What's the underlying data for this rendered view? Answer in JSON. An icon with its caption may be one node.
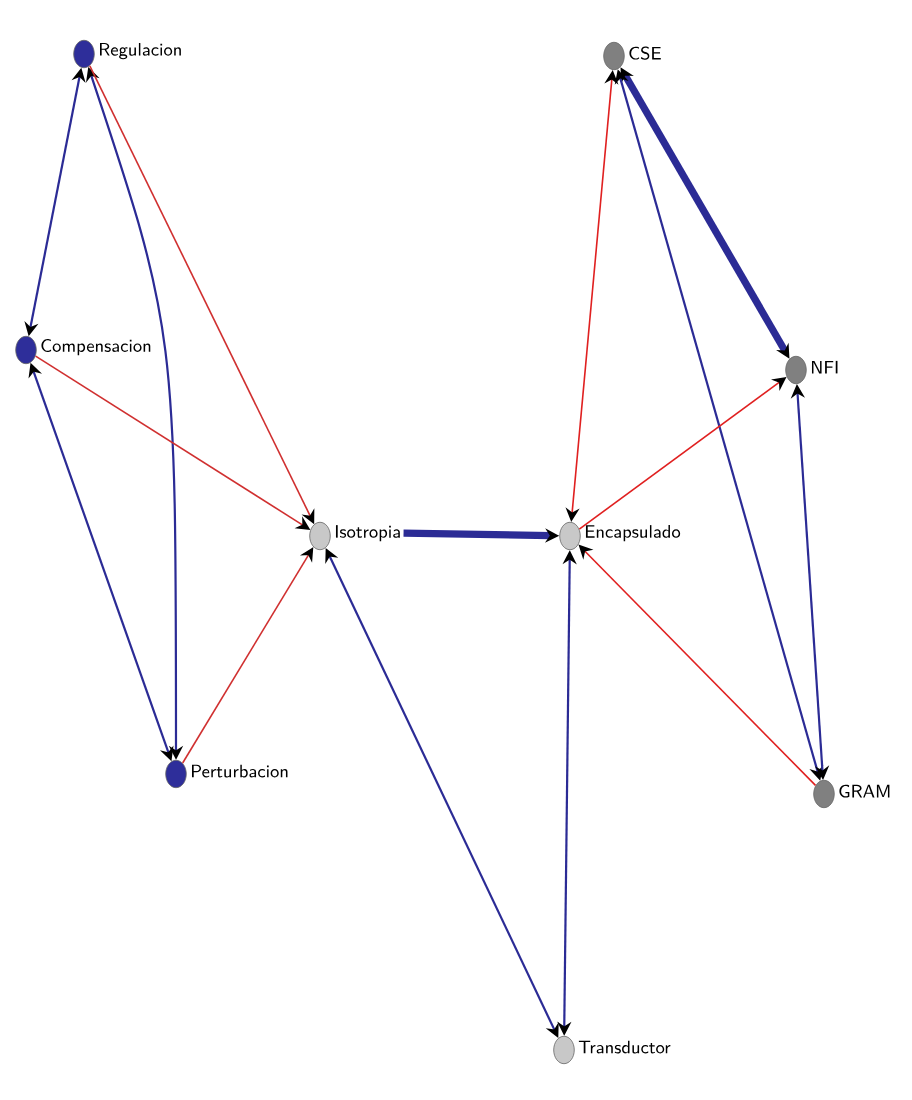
{
  "diagram": {
    "nodes": [
      {
        "text": [
          "Regulacion"
        ]
      },
      {
        "text": [
          "Compensacion"
        ]
      },
      {
        "text": [
          "Perturbacion"
        ]
      },
      {
        "text": [
          "Isotropia"
        ]
      },
      {
        "text": [
          "Encapsulado"
        ]
      },
      {
        "text": [
          "Transductor"
        ]
      },
      {
        "text": [
          "CSE"
        ]
      },
      {
        "text": [
          "NFI"
        ]
      },
      {
        "text": [
          "GRAM"
        ]
      }
    ],
    "edges": [
      {
        "from": 0,
        "to": 1,
        "arrow": "both"
      },
      {
        "from": 0,
        "to": 2,
        "arrow": "both"
      },
      {
        "from": 1,
        "to": 2,
        "arrow": "both"
      },
      {
        "from": 0,
        "to": 3,
        "arrow": "to",
        "color": "#d03030"
      },
      {
        "from": 1,
        "to": 3,
        "arrow": "to",
        "color": "#d03030"
      },
      {
        "from": 2,
        "to": 3,
        "arrow": "to",
        "color": "#d03030"
      },
      {
        "from": 3,
        "to": 4,
        "arrow": "to",
        "style": "thick"
      },
      {
        "from": 3,
        "to": 5,
        "arrow": "both"
      },
      {
        "from": 5,
        "to": 4,
        "arrow": "both"
      },
      {
        "from": 6,
        "to": 4,
        "arrow": "both",
        "color": "#e02020"
      },
      {
        "from": 6,
        "to": 7,
        "arrow": "both",
        "style": "thick"
      },
      {
        "from": 6,
        "to": 8,
        "arrow": "both"
      },
      {
        "from": 8,
        "to": 7,
        "arrow": "both"
      },
      {
        "from": 4,
        "to": 7,
        "arrow": "to",
        "color": "#e02020"
      },
      {
        "from": 8,
        "to": 4,
        "arrow": "to",
        "color": "#e02020"
      }
    ]
  }
}
